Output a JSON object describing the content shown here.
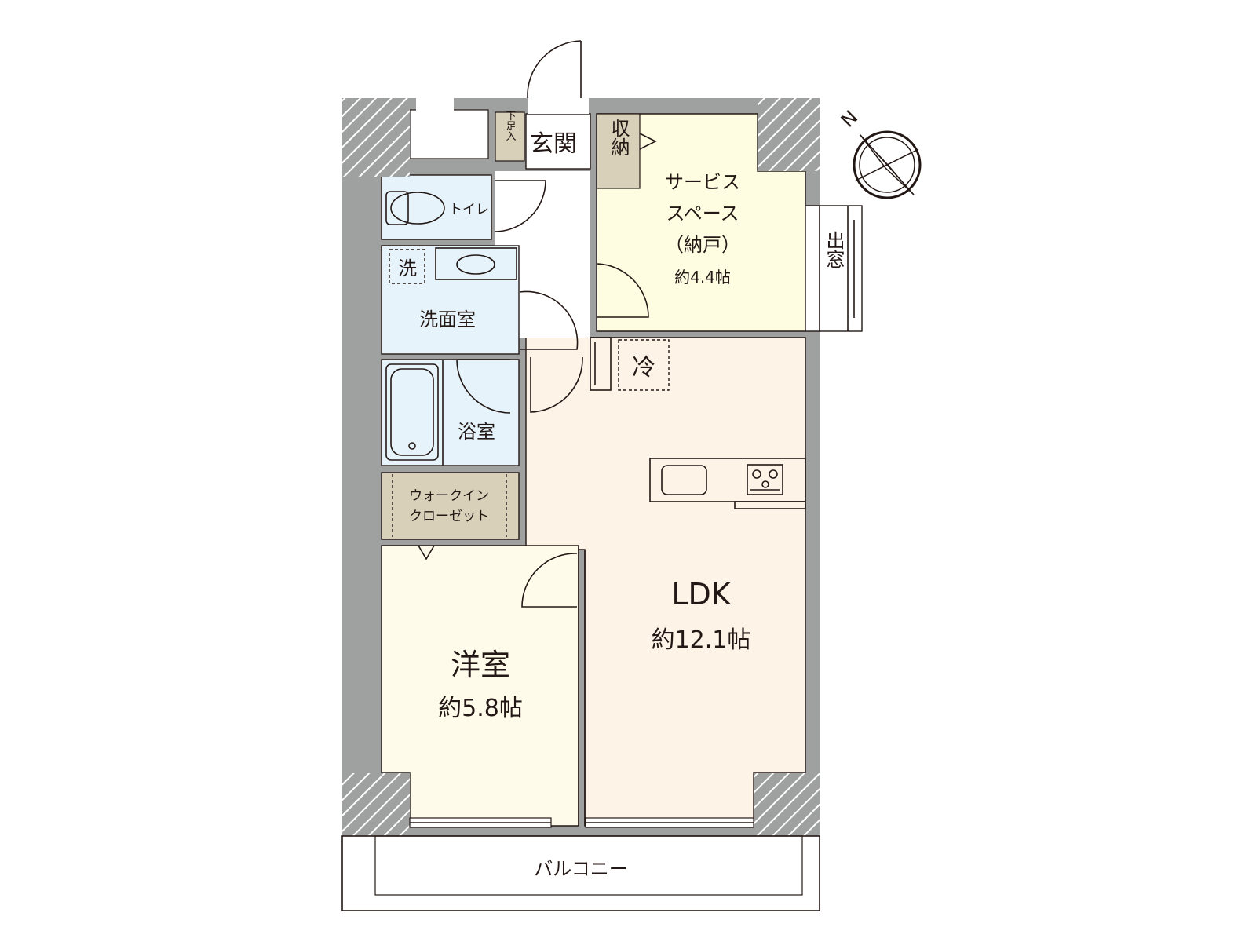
{
  "colors": {
    "wall": "#9fa0a0",
    "ldk": "#fdf3e6",
    "western_room": "#fefbea",
    "service_space": "#fefde1",
    "wet_area": "#e6f3fb",
    "storage": "#d8d0b8",
    "outline": "#231815"
  },
  "rooms": {
    "entrance": "玄関",
    "shoe_box": "下足入",
    "storage": "収納",
    "service_space_line1": "サービス",
    "service_space_line2": "スペース",
    "service_space_line3": "（納戸）",
    "service_space_area": "約4.4帖",
    "bay_window": "出窓",
    "toilet": "トイレ",
    "washer": "洗",
    "washroom": "洗面室",
    "fridge": "冷",
    "bathroom": "浴室",
    "wic_line1": "ウォークイン",
    "wic_line2": "クローゼット",
    "ldk_name": "LDK",
    "ldk_area": "約12.1帖",
    "western_name": "洋室",
    "western_area": "約5.8帖",
    "balcony": "バルコニー"
  },
  "compass": {
    "label": "N",
    "icon": "north-arrow-icon"
  }
}
